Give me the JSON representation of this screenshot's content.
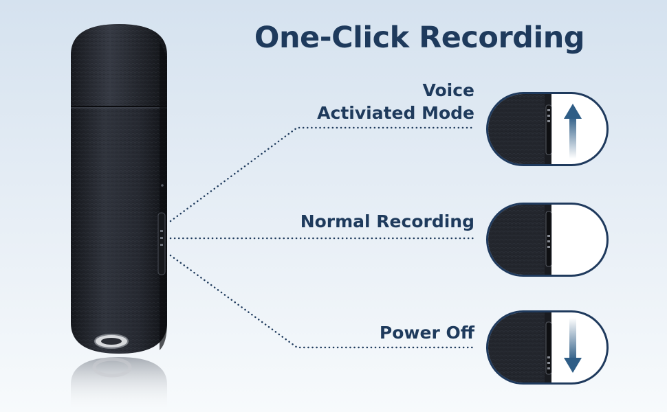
{
  "title": "One-Click Recording",
  "modes": {
    "voice": {
      "line1": "Voice",
      "line2": "Activiated Mode"
    },
    "normal": {
      "label": "Normal Recording"
    },
    "power": {
      "label": "Power Off"
    }
  },
  "colors": {
    "navy": "#1e3a5c",
    "device": "#2a2d35",
    "background_top": "#d5e2ef",
    "background_bottom": "#f7fafc"
  },
  "icons": [
    "arrow-up-icon",
    "arrow-down-icon"
  ]
}
